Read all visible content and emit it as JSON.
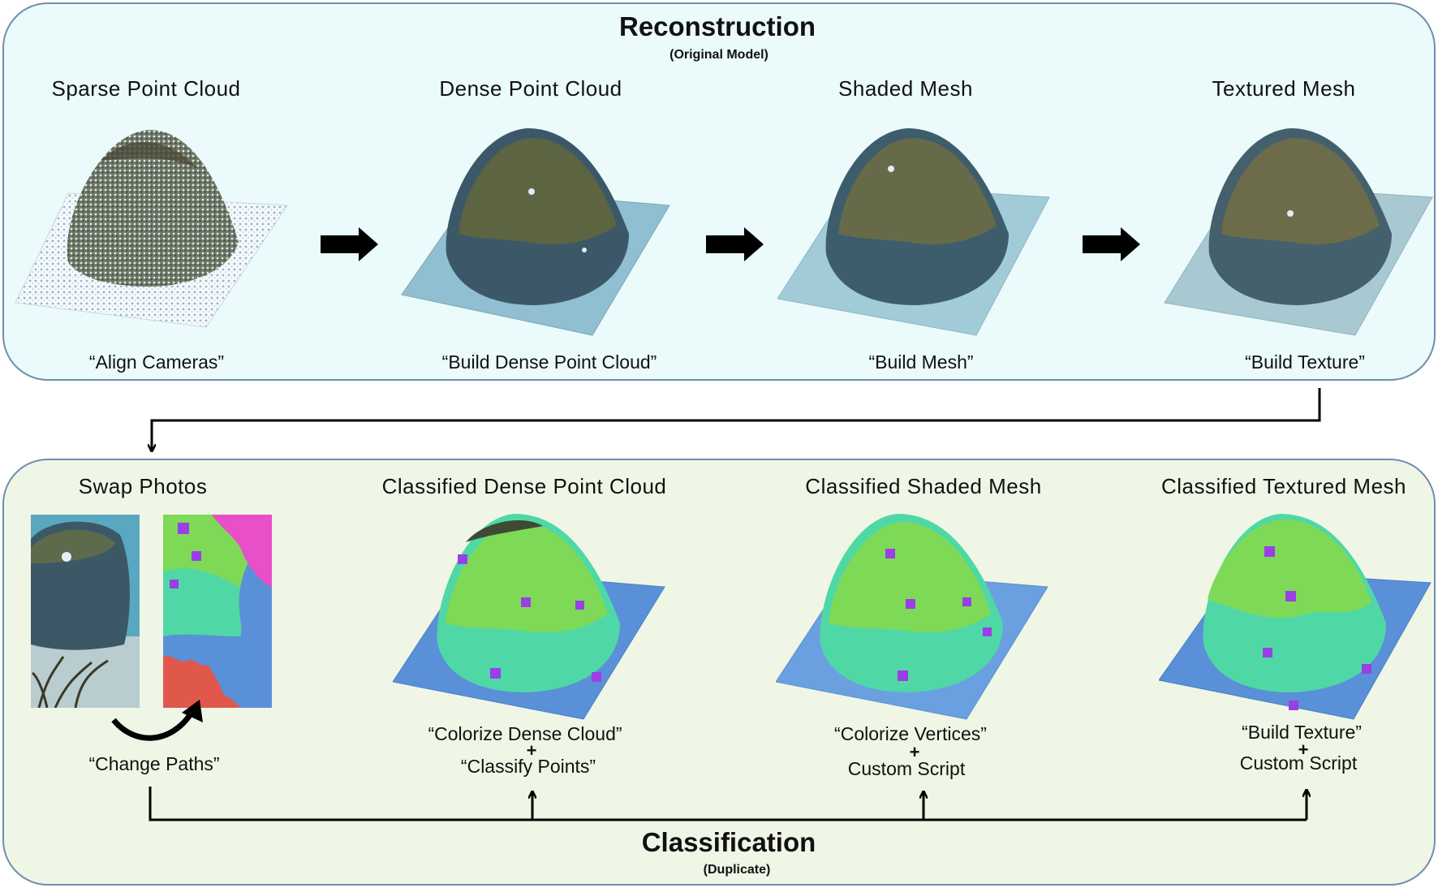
{
  "reconstruction": {
    "title": "Reconstruction",
    "subtitle": "(Original Model)",
    "stages": [
      {
        "label": "Sparse Point Cloud",
        "command": "“Align Cameras”"
      },
      {
        "label": "Dense Point Cloud",
        "command": "“Build Dense Point Cloud”"
      },
      {
        "label": "Shaded Mesh",
        "command": "“Build Mesh”"
      },
      {
        "label": "Textured Mesh",
        "command": "“Build Texture”"
      }
    ]
  },
  "classification": {
    "title": "Classification",
    "subtitle": "(Duplicate)",
    "stages": [
      {
        "label": "Swap Photos",
        "command": "“Change Paths”"
      },
      {
        "label": "Classified Dense Point Cloud",
        "command": "“Colorize Dense Cloud”",
        "plus": "+",
        "command2": "“Classify Points”"
      },
      {
        "label": "Classified Shaded Mesh",
        "command": "“Colorize Vertices”",
        "plus": "+",
        "command2": "Custom Script"
      },
      {
        "label": "Classified Textured Mesh",
        "command": "“Build Texture”",
        "plus": "+",
        "command2": "Custom Script"
      }
    ]
  },
  "colors": {
    "panel_top_bg": "#ebfafa",
    "panel_bottom_bg": "#f0f6e6",
    "panel_border": "#6f8fb0",
    "class_green": "#7ed957",
    "class_teal": "#4fd8a6",
    "class_blue": "#5a90d8",
    "class_purple": "#9a3fe8",
    "class_red": "#e0584c",
    "class_magenta": "#e84fc8"
  }
}
